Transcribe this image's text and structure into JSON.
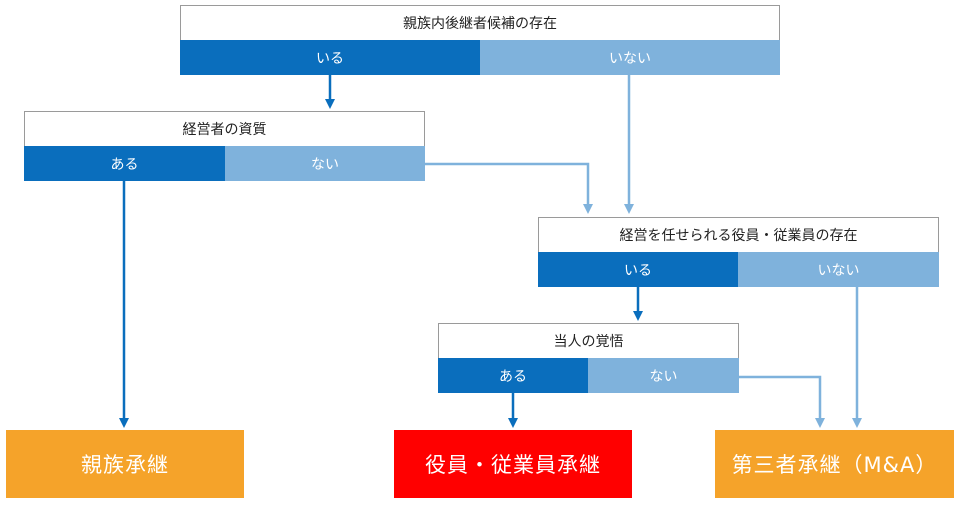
{
  "colors": {
    "yes": "#0a6ebd",
    "no": "#7fb2dc",
    "result_orange": "#f5a32a",
    "result_red": "#ff0000",
    "border": "#9a9a9a"
  },
  "q1": {
    "title": "親族内後継者候補の存在",
    "yes": "いる",
    "no": "いない"
  },
  "q2": {
    "title": "経営者の資質",
    "yes": "ある",
    "no": "ない"
  },
  "q3": {
    "title": "経営を任せられる役員・従業員の存在",
    "yes": "いる",
    "no": "いない"
  },
  "q4": {
    "title": "当人の覚悟",
    "yes": "ある",
    "no": "ない"
  },
  "results": {
    "family": "親族承継",
    "employee": "役員・従業員承継",
    "third_party": "第三者承継（M&A）"
  }
}
